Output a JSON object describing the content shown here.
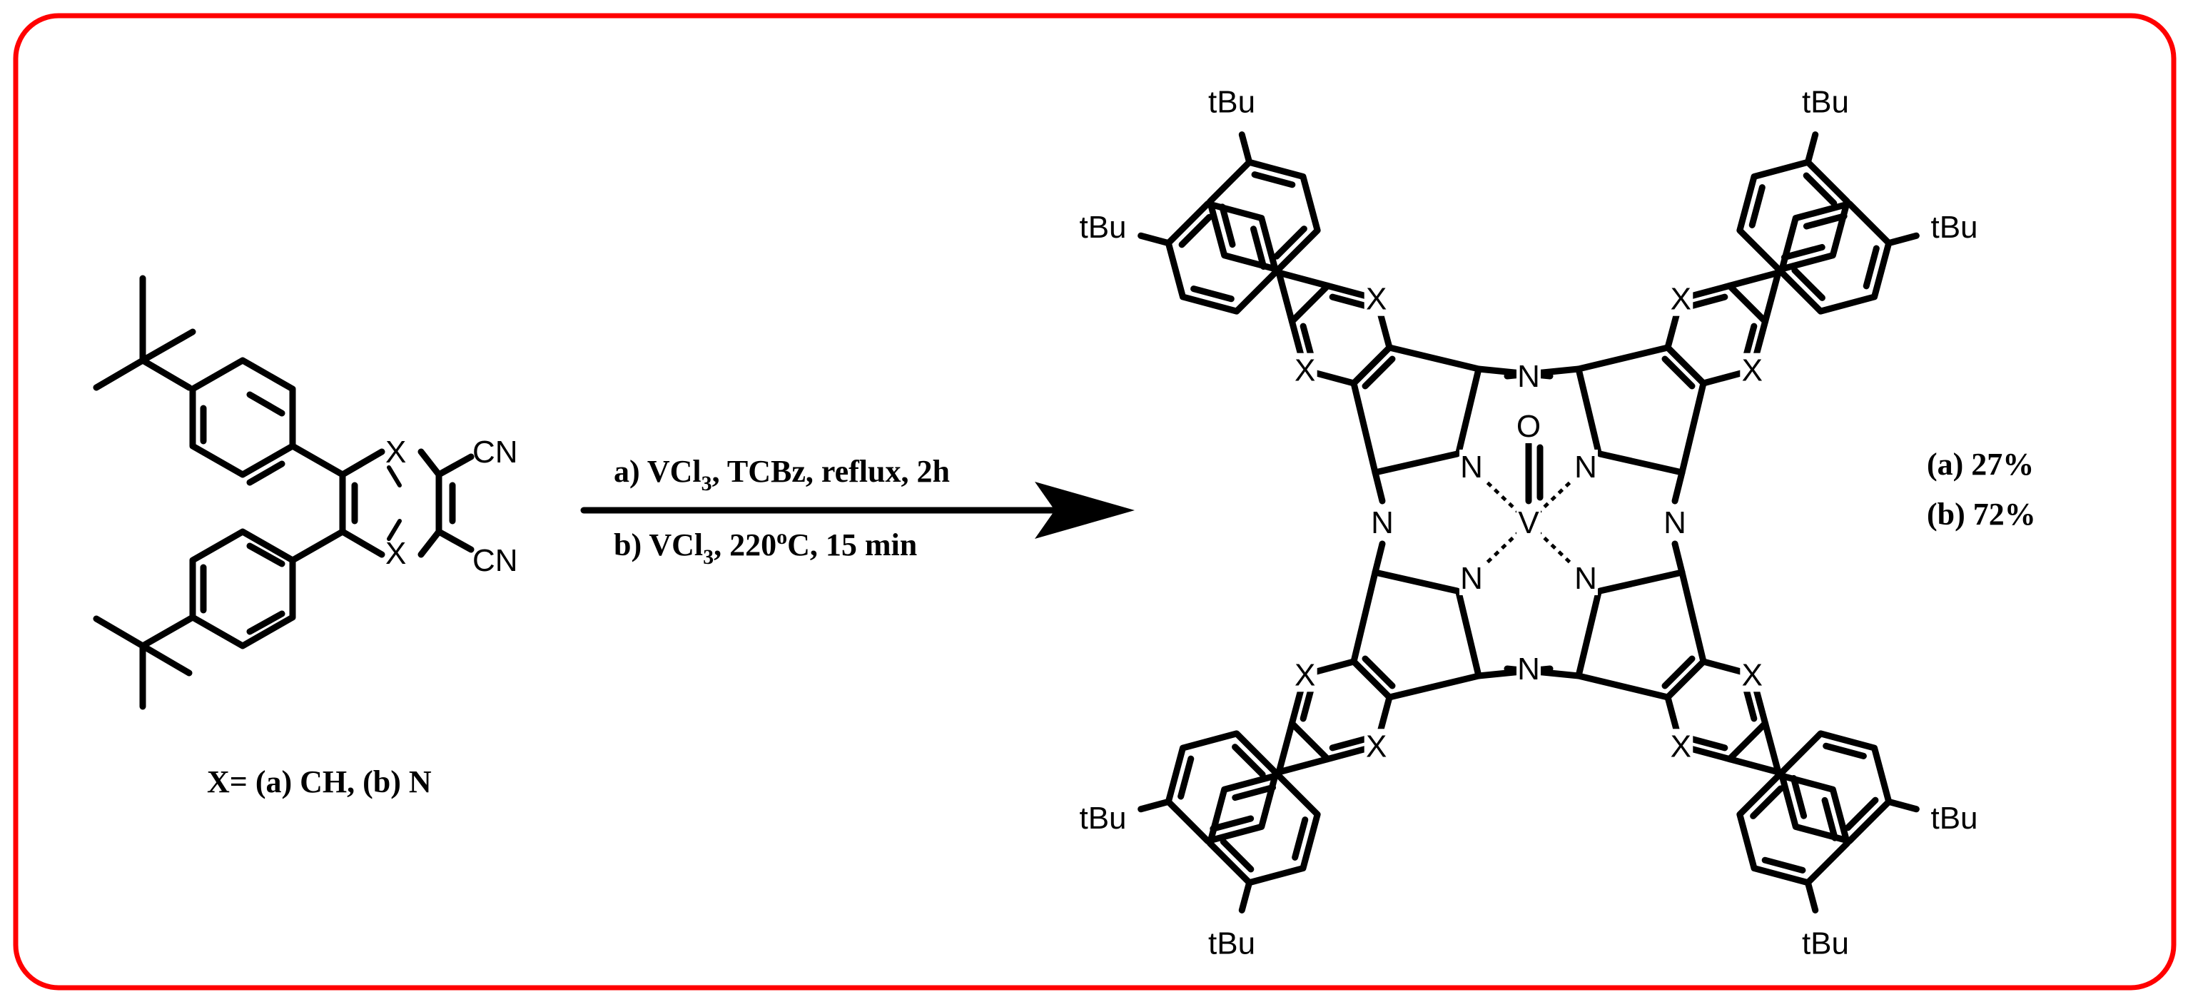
{
  "frame_color": "#ff0000",
  "reactant": {
    "x_label": "X",
    "cn_label": "CN",
    "definition": "X= (a) CH, (b) N"
  },
  "conditions": {
    "a_prefix": "a) VCl",
    "a_sub": "3",
    "a_suffix": ", TCBz, reflux, 2h",
    "b_prefix": "b) VCl",
    "b_sub": "3",
    "b_mid": ", 220",
    "b_sup": "o",
    "b_suffix": "C, 15 min"
  },
  "product": {
    "substituent": "tBu",
    "x_label": "X",
    "n_label": "N",
    "metal": "V",
    "oxo": "O"
  },
  "yields": {
    "a": "(a) 27%",
    "b": "(b) 72%"
  }
}
